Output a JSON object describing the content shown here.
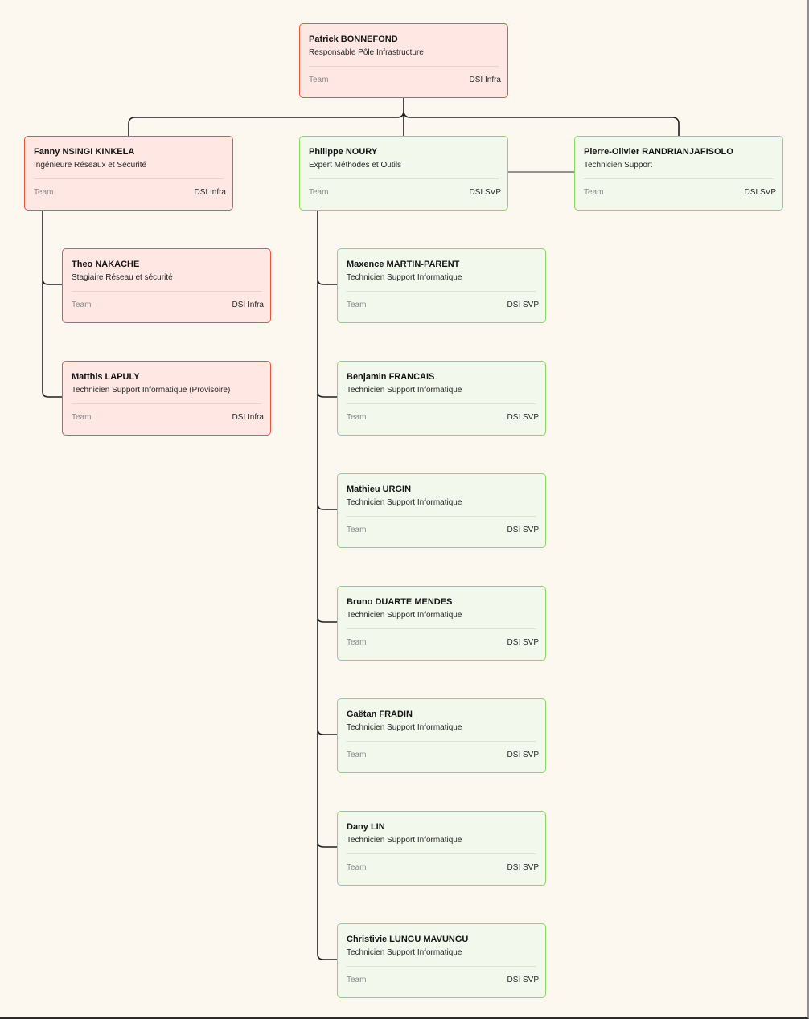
{
  "team_label": "Team",
  "nodes": [
    {
      "id": "patrick",
      "name": "Patrick BONNEFOND",
      "role": "Responsable Pôle Infrastructure",
      "team": "DSI Infra",
      "color": "#e8553f"
    },
    {
      "id": "fanny",
      "name": "Fanny NSINGI KINKELA",
      "role": "Ingénieure Réseaux et Sécurité",
      "team": "DSI Infra",
      "color": "#e8553f"
    },
    {
      "id": "philippe",
      "name": "Philippe NOURY",
      "role": "Expert Méthodes et Outils",
      "team": "DSI SVP",
      "color": "#8ed561"
    },
    {
      "id": "pierre",
      "name": "Pierre-Olivier RANDRIANJAFISOLO",
      "role": "Technicien Support",
      "team": "DSI SVP",
      "color": "#8ed561"
    },
    {
      "id": "theo",
      "name": "Theo NAKACHE",
      "role": "Stagiaire Réseau et sécurité",
      "team": "DSI Infra",
      "color": "#e8553f"
    },
    {
      "id": "matthis",
      "name": "Matthis LAPULY",
      "role": "Technicien Support Informatique (Provisoire)",
      "team": "DSI Infra",
      "color": "#e8553f"
    },
    {
      "id": "maxence",
      "name": "Maxence MARTIN-PARENT",
      "role": "Technicien Support Informatique",
      "team": "DSI SVP",
      "color": "#8ed561"
    },
    {
      "id": "benjamin",
      "name": "Benjamin FRANCAIS",
      "role": "Technicien Support Informatique",
      "team": "DSI SVP",
      "color": "#8ed561"
    },
    {
      "id": "mathieu",
      "name": "Mathieu URGIN",
      "role": "Technicien Support Informatique",
      "team": "DSI SVP",
      "color": "#8ed561"
    },
    {
      "id": "bruno",
      "name": "Bruno DUARTE MENDES",
      "role": "Technicien Support Informatique",
      "team": "DSI SVP",
      "color": "#8ed561"
    },
    {
      "id": "gaetan",
      "name": "Gaëtan FRADIN",
      "role": "Technicien Support Informatique",
      "team": "DSI SVP",
      "color": "#8ed561"
    },
    {
      "id": "dany",
      "name": "Dany LIN",
      "role": "Technicien Support Informatique",
      "team": "DSI SVP",
      "color": "#8ed561"
    },
    {
      "id": "christivie",
      "name": "Christivie LUNGU MAVUNGU",
      "role": "Technicien Support Informatique",
      "team": "DSI SVP",
      "color": "#8ed561"
    }
  ]
}
